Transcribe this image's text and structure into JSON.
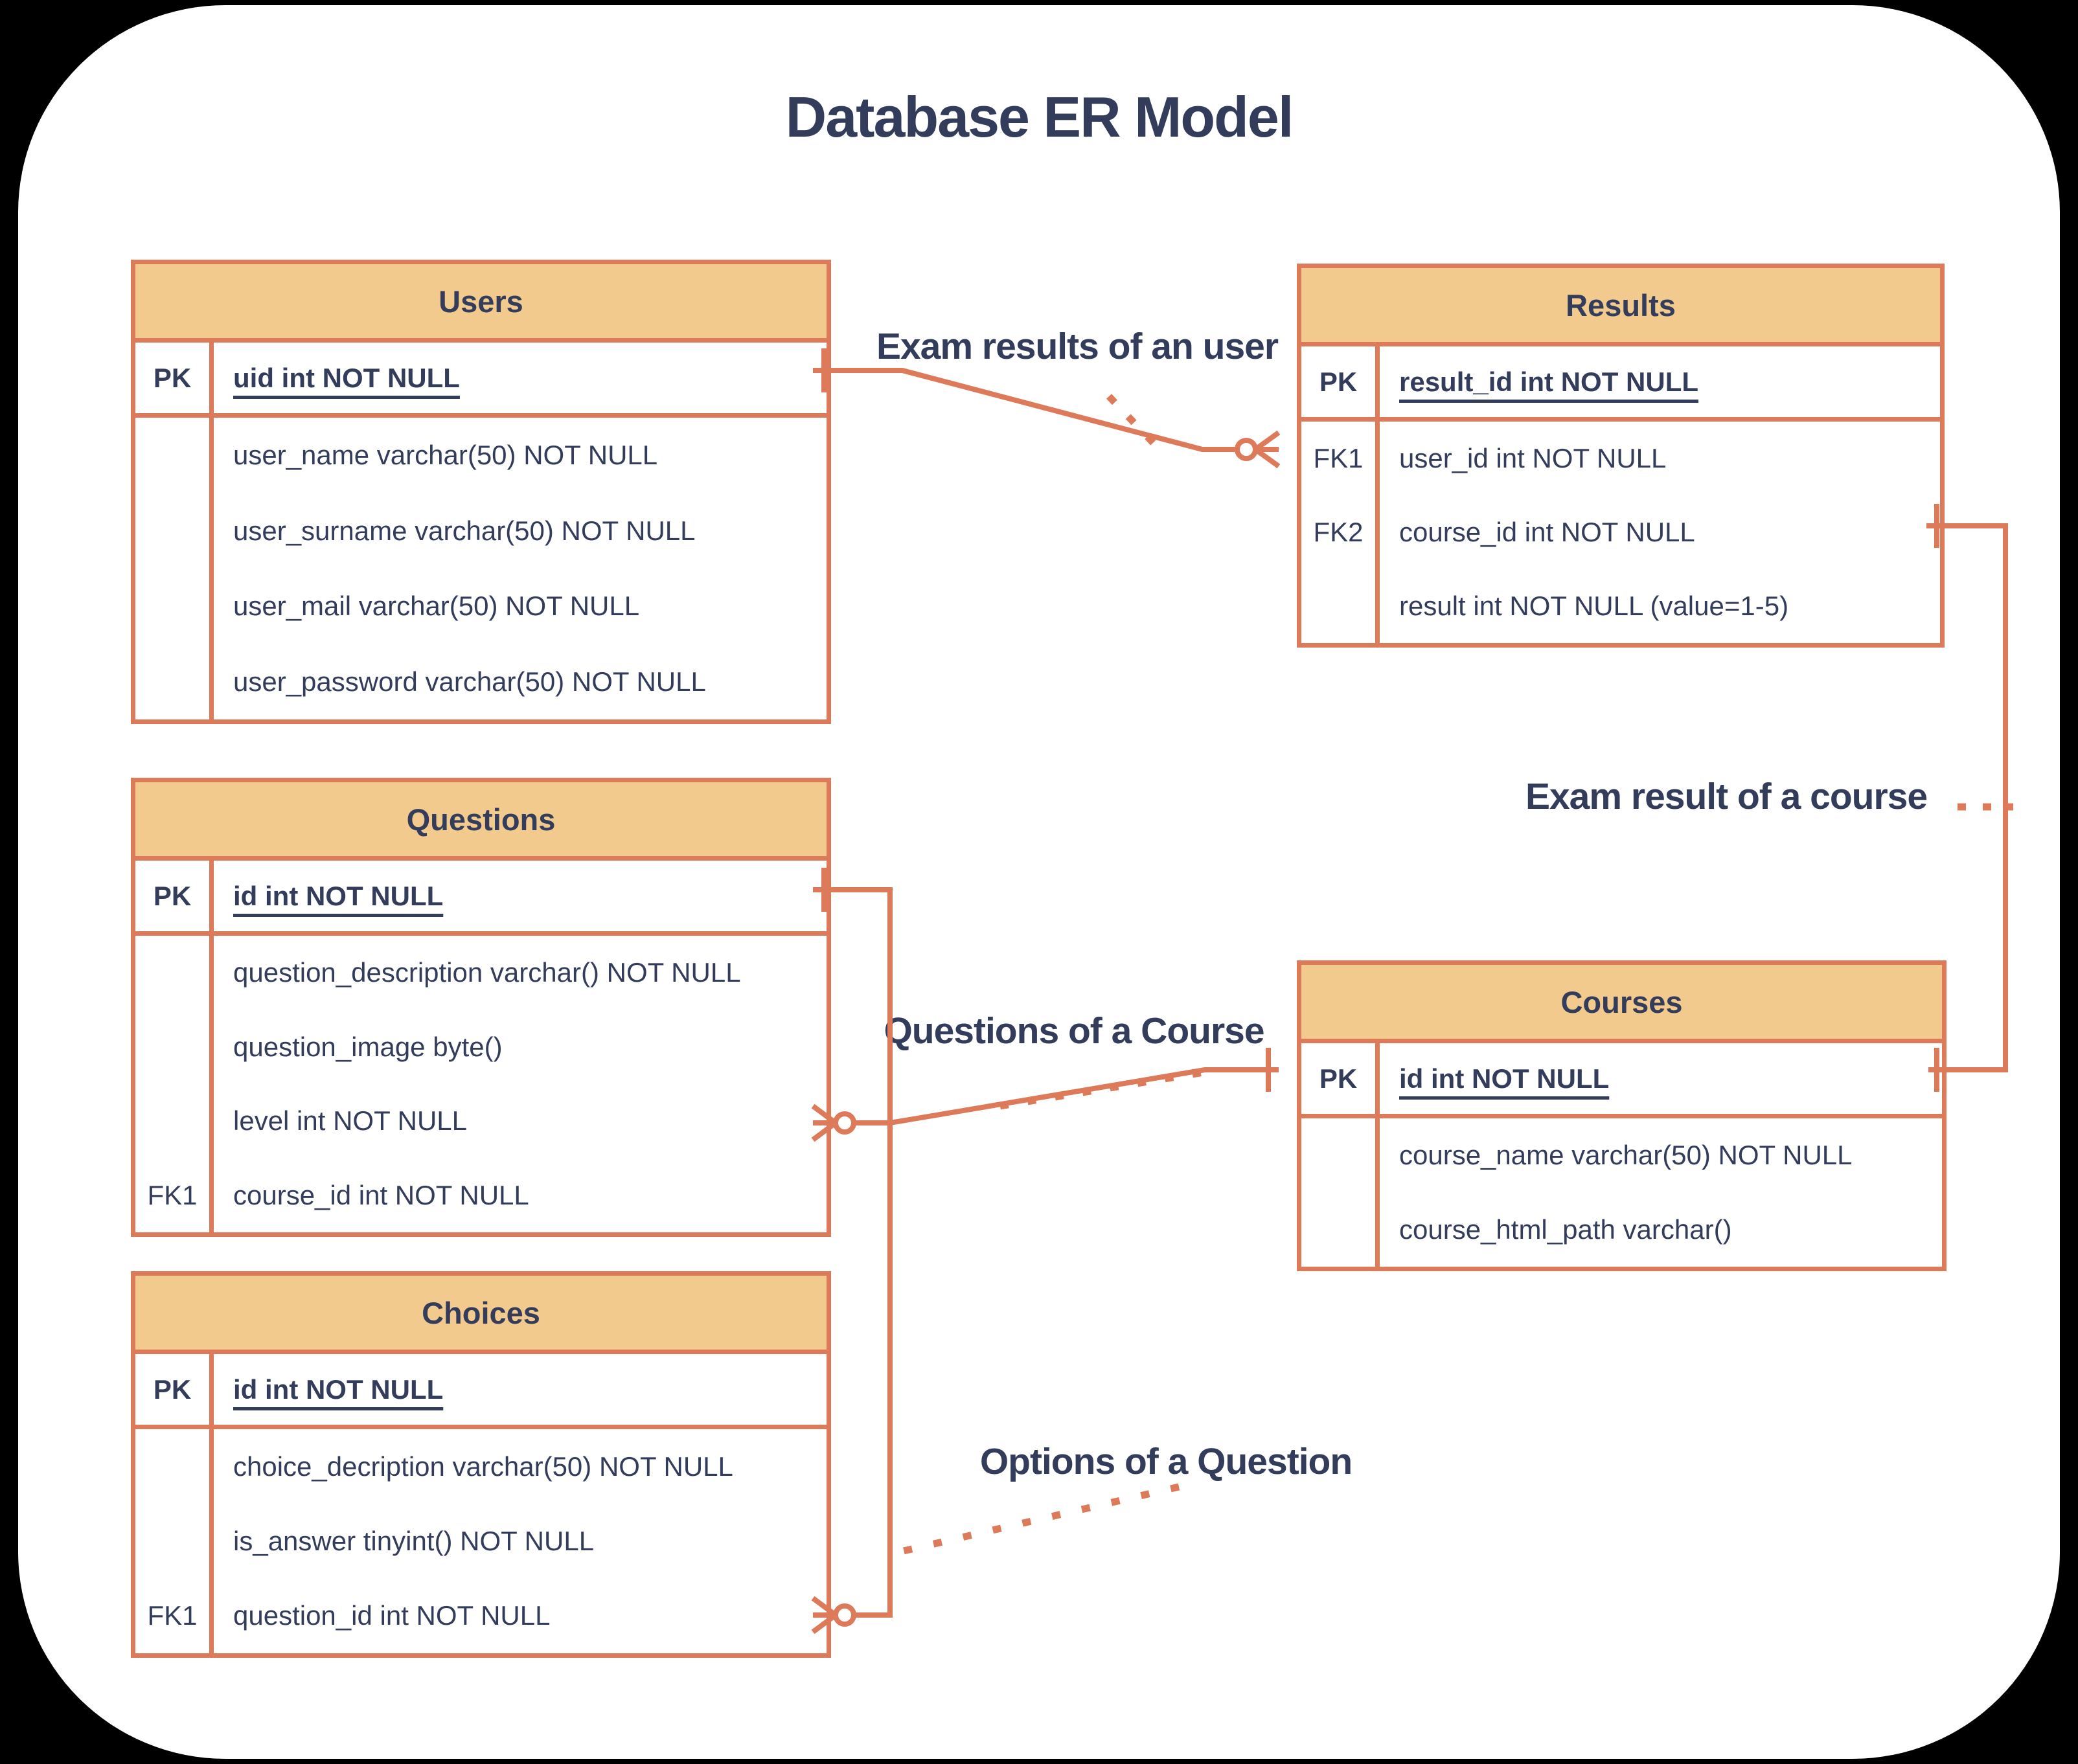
{
  "title": "Database ER Model",
  "colors": {
    "background": "#000000",
    "canvas": "#ffffff",
    "accent_line": "#dd7a5a",
    "header_fill": "#f3ca8d",
    "text": "#343c5b"
  },
  "entities": {
    "users": {
      "title": "Users",
      "pk": {
        "key": "PK",
        "attr": "uid int NOT NULL"
      },
      "rows": [
        {
          "key": "",
          "attr": "user_name varchar(50) NOT NULL"
        },
        {
          "key": "",
          "attr": "user_surname varchar(50) NOT NULL"
        },
        {
          "key": "",
          "attr": "user_mail varchar(50) NOT NULL"
        },
        {
          "key": "",
          "attr": "user_password varchar(50) NOT NULL"
        }
      ]
    },
    "results": {
      "title": "Results",
      "pk": {
        "key": "PK",
        "attr": "result_id int NOT NULL"
      },
      "rows": [
        {
          "key": "FK1",
          "attr": "user_id int NOT NULL"
        },
        {
          "key": "FK2",
          "attr": "course_id int NOT NULL"
        },
        {
          "key": "",
          "attr": "result int NOT NULL (value=1-5)"
        }
      ]
    },
    "questions": {
      "title": "Questions",
      "pk": {
        "key": "PK",
        "attr": "id int NOT NULL"
      },
      "rows": [
        {
          "key": "",
          "attr": "question_description varchar() NOT NULL"
        },
        {
          "key": "",
          "attr": "question_image byte()"
        },
        {
          "key": "",
          "attr": "level int NOT NULL"
        },
        {
          "key": "FK1",
          "attr": "course_id int NOT NULL"
        }
      ]
    },
    "courses": {
      "title": "Courses",
      "pk": {
        "key": "PK",
        "attr": "id int NOT NULL"
      },
      "rows": [
        {
          "key": "",
          "attr": "course_name varchar(50) NOT NULL"
        },
        {
          "key": "",
          "attr": "course_html_path varchar()"
        }
      ]
    },
    "choices": {
      "title": "Choices",
      "pk": {
        "key": "PK",
        "attr": "id int NOT NULL"
      },
      "rows": [
        {
          "key": "",
          "attr": "choice_decription varchar(50) NOT NULL"
        },
        {
          "key": "",
          "attr": "is_answer tinyint() NOT NULL"
        },
        {
          "key": "FK1",
          "attr": "question_id int NOT NULL"
        }
      ]
    }
  },
  "relationships": {
    "exam_results_of_an_user": {
      "label": "Exam results of an user",
      "from": "Users",
      "from_cardinality": "one",
      "to": "Results",
      "to_cardinality": "zero-or-many"
    },
    "exam_result_of_a_course": {
      "label": "Exam result of a course",
      "from": "Results",
      "from_cardinality": "one",
      "to": "Courses",
      "to_cardinality": "one"
    },
    "questions_of_a_course": {
      "label": "Questions of a Course",
      "from": "Courses",
      "from_cardinality": "one",
      "to": "Questions",
      "to_cardinality": "zero-or-many"
    },
    "options_of_a_question": {
      "label": "Options of a Question",
      "from": "Questions",
      "from_cardinality": "one",
      "to": "Choices",
      "to_cardinality": "zero-or-many"
    }
  }
}
